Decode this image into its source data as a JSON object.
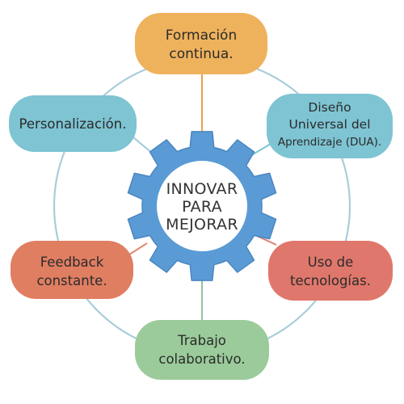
{
  "center": {
    "lines": [
      "INNOVAR",
      "PARA",
      "MEJORAR"
    ],
    "gear_color": "#5b9bd5",
    "gear_dark": "#4a86c0"
  },
  "ring_color": "#a8cdd9",
  "nodes": [
    {
      "id": "formacion",
      "lines": [
        "Formación",
        "continua."
      ],
      "fill": "#efb25c",
      "connector": "#e9a24a"
    },
    {
      "id": "diseno",
      "lines": [
        "Diseño",
        "Universal del",
        "Aprendizaje (DUA)."
      ],
      "fill": "#7ec4d3",
      "connector": "#7ec4d3"
    },
    {
      "id": "tecnologias",
      "lines": [
        "Uso de",
        "tecnologías."
      ],
      "fill": "#e0776c",
      "connector": "#de7f73"
    },
    {
      "id": "trabajo",
      "lines": [
        "Trabajo",
        "colaborativo."
      ],
      "fill": "#9bcb9b",
      "connector": "#8fc4a0"
    },
    {
      "id": "feedback",
      "lines": [
        "Feedback",
        "constante."
      ],
      "fill": "#e07e62",
      "connector": "#de8a6f"
    },
    {
      "id": "personalizacion",
      "lines": [
        "Personalización."
      ],
      "fill": "#7ec4d3",
      "connector": "#9ccbd6"
    }
  ]
}
